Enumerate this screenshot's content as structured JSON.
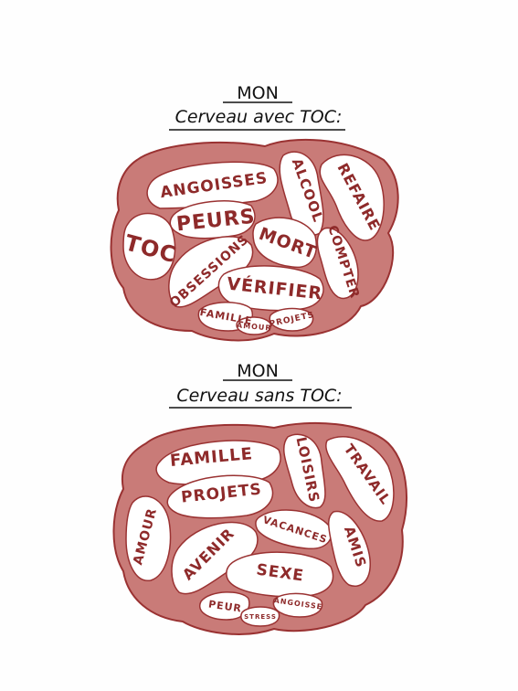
{
  "brain_with_ocd": {
    "title_line1": "MON",
    "title_line2": "Cerveau avec TOC:",
    "regions": [
      "ANGOISSES",
      "ALCOOL",
      "REFAIRE",
      "PEURS",
      "TOC",
      "MORT",
      "OBSESSIONS",
      "COMPTER",
      "VÉRIFIER",
      "FAMILLE",
      "AMOUR",
      "PROJETS"
    ]
  },
  "brain_without_ocd": {
    "title_line1": "MON",
    "title_line2": "Cerveau sans TOC:",
    "regions": [
      "FAMILLE",
      "LOISIRS",
      "TRAVAIL",
      "PROJETS",
      "AMOUR",
      "VACANCES",
      "AMIS",
      "AVENIR",
      "SEXE",
      "PEUR",
      "STRESS",
      "ANGOISSE"
    ]
  },
  "colors": {
    "brain_fill": "#c97b78",
    "brain_outline": "#9a3232",
    "lobe_fill": "#ffffff",
    "label_ink": "#8e2a2a",
    "title_ink": "#111111"
  }
}
